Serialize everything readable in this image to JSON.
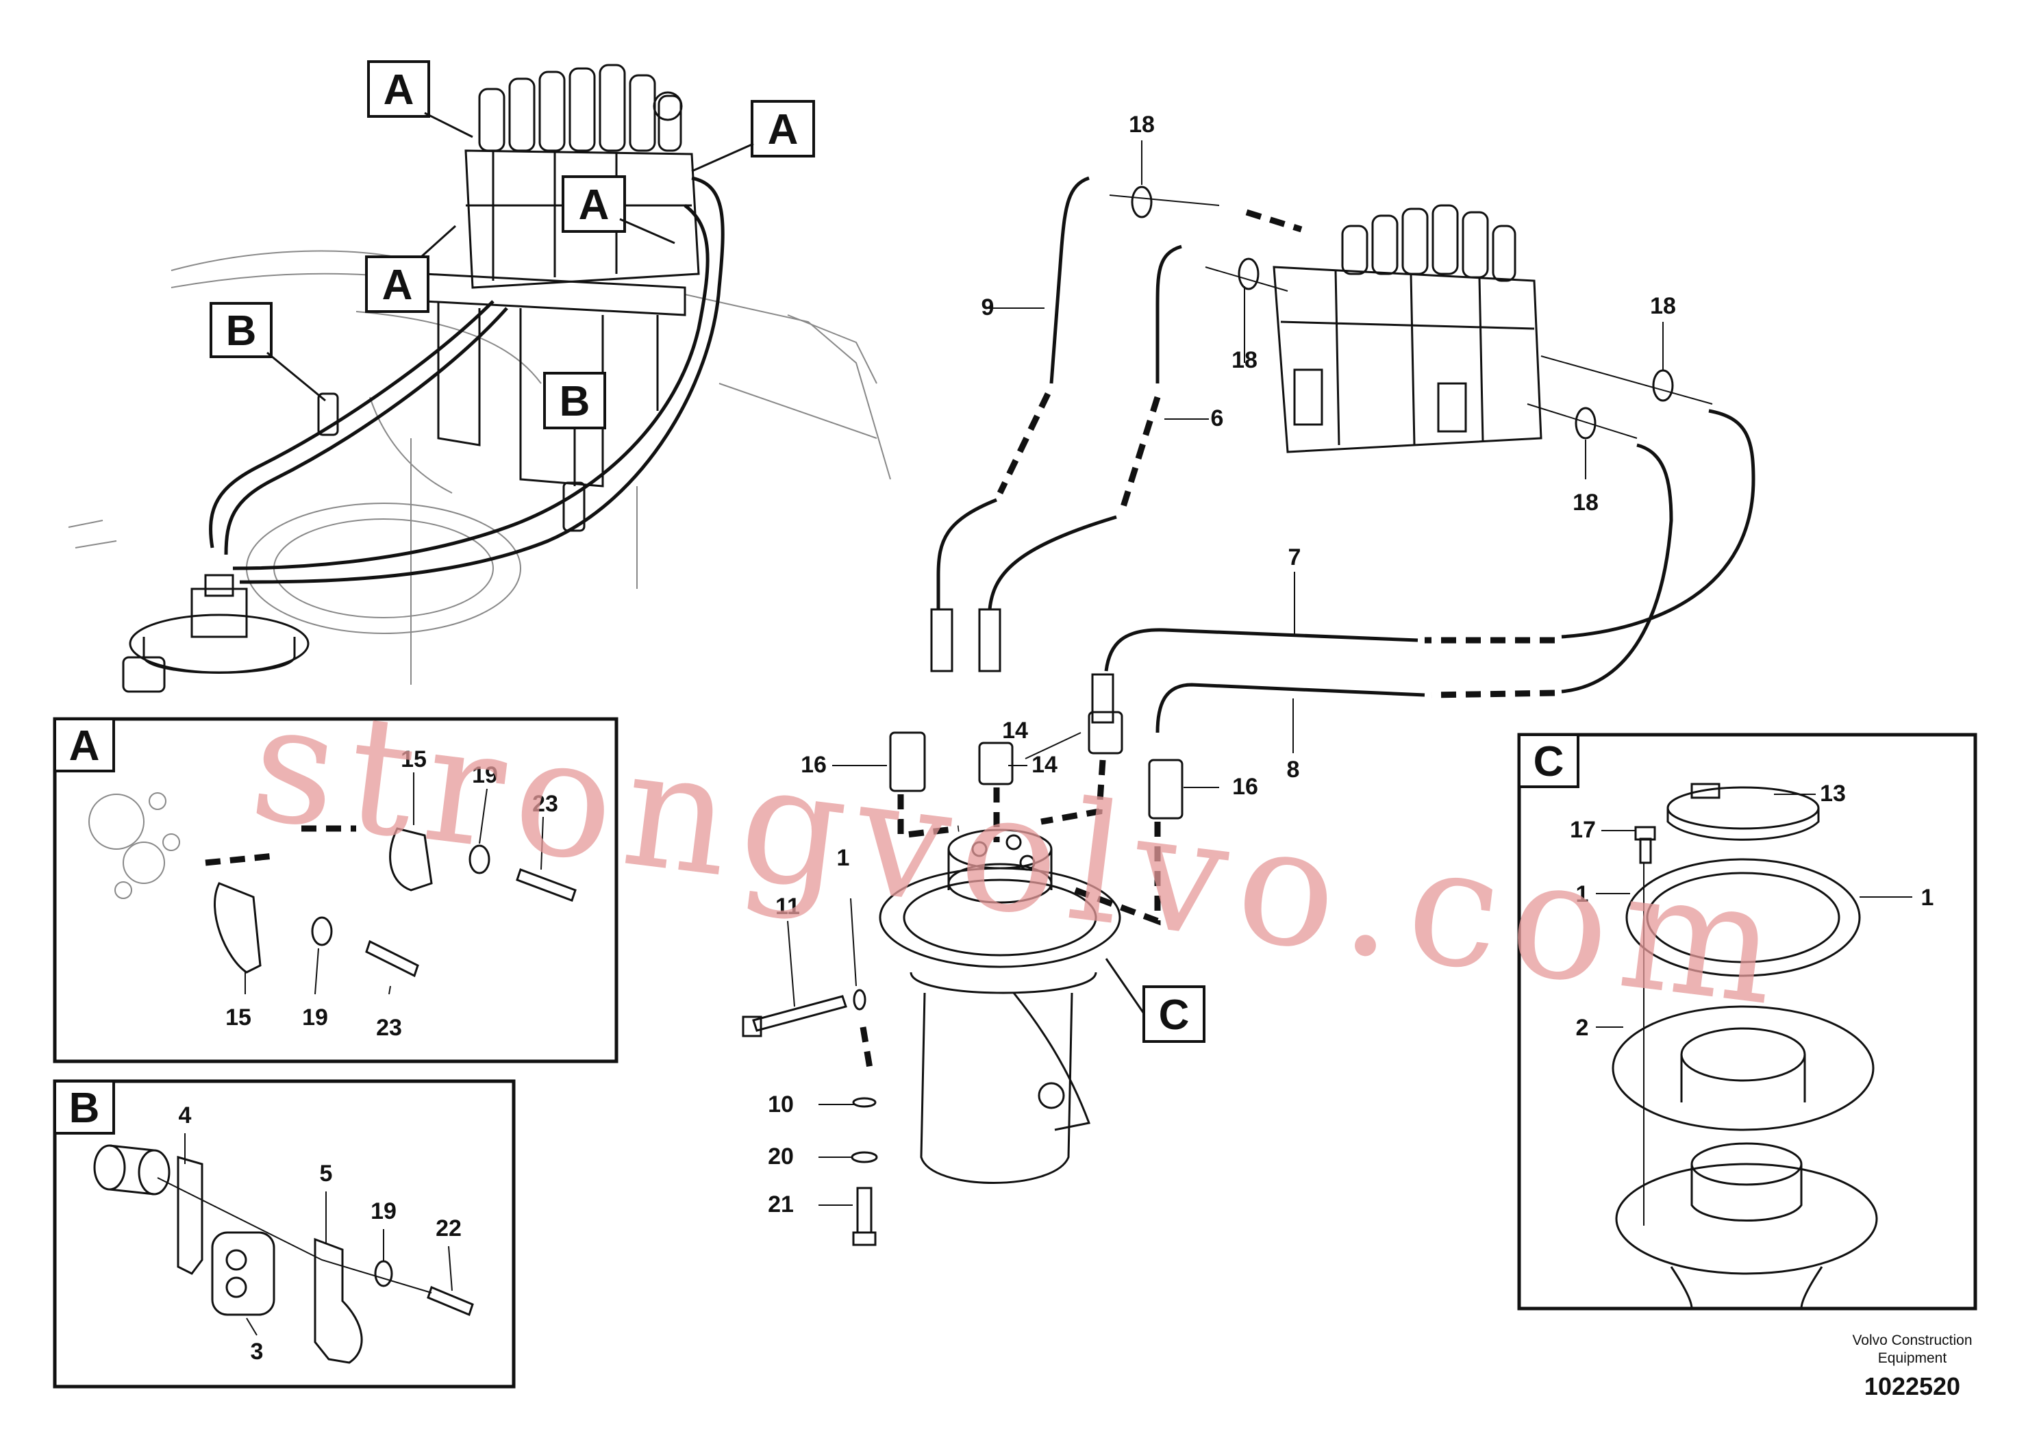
{
  "detail_tags": {
    "a": "A",
    "b": "B",
    "c": "C"
  },
  "part_numbers": {
    "p1": "1",
    "p2": "2",
    "p3": "3",
    "p4": "4",
    "p5": "5",
    "p6": "6",
    "p7": "7",
    "p8": "8",
    "p9": "9",
    "p10": "10",
    "p11": "11",
    "p13": "13",
    "p14": "14",
    "p15": "15",
    "p16": "16",
    "p17": "17",
    "p18": "18",
    "p19": "19",
    "p20": "20",
    "p21": "21",
    "p22": "22",
    "p23": "23"
  },
  "watermark": "strongvolvo.com",
  "credit": {
    "line1": "Volvo Construction",
    "line2": "Equipment"
  },
  "document_number": "1022520"
}
